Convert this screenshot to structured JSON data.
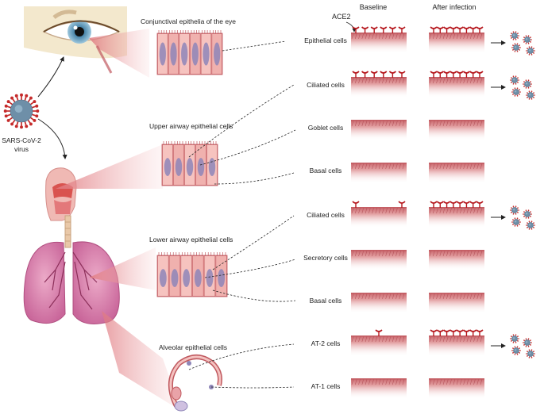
{
  "headers": {
    "baseline": "Baseline",
    "after_infection": "After infection"
  },
  "ace2_label": "ACE2",
  "virus_label": [
    "SARS-CoV-2",
    "virus"
  ],
  "tissues": {
    "conjunctival": "Conjunctival epithelia of the eye",
    "upper_airway": "Upper airway epithelial cells",
    "lower_airway": "Lower airway epithelial cells",
    "alveolar": "Alveolar epithelial cells"
  },
  "cell_rows": [
    {
      "label": "Epithelial cells",
      "baseline_ace2": 6,
      "after_ace2": 8,
      "infected": true
    },
    {
      "label": "Ciliated cells",
      "baseline_ace2": 6,
      "after_ace2": 8,
      "infected": true
    },
    {
      "label": "Goblet cells",
      "baseline_ace2": 0,
      "after_ace2": 0,
      "infected": false
    },
    {
      "label": "Basal cells",
      "baseline_ace2": 0,
      "after_ace2": 0,
      "infected": false
    },
    {
      "label": "Ciliated cells",
      "baseline_ace2": 2,
      "after_ace2": 8,
      "infected": true
    },
    {
      "label": "Secretory cells",
      "baseline_ace2": 0,
      "after_ace2": 0,
      "infected": false
    },
    {
      "label": "Basal cells",
      "baseline_ace2": 0,
      "after_ace2": 0,
      "infected": false
    },
    {
      "label": "AT-2 cells",
      "baseline_ace2": 1,
      "after_ace2": 8,
      "infected": true
    },
    {
      "label": "AT-1 cells",
      "baseline_ace2": 0,
      "after_ace2": 0,
      "infected": false
    }
  ],
  "colors": {
    "tissue": "#d98f92",
    "tissue_dark": "#c0595f",
    "ace2": "#b5161c",
    "cell_fill": "#f2b3b0",
    "nucleus": "#8e86b8",
    "lung": "#d982a8",
    "virus_spike": "#c52a2a",
    "virus_body": "#6e8fa8"
  }
}
